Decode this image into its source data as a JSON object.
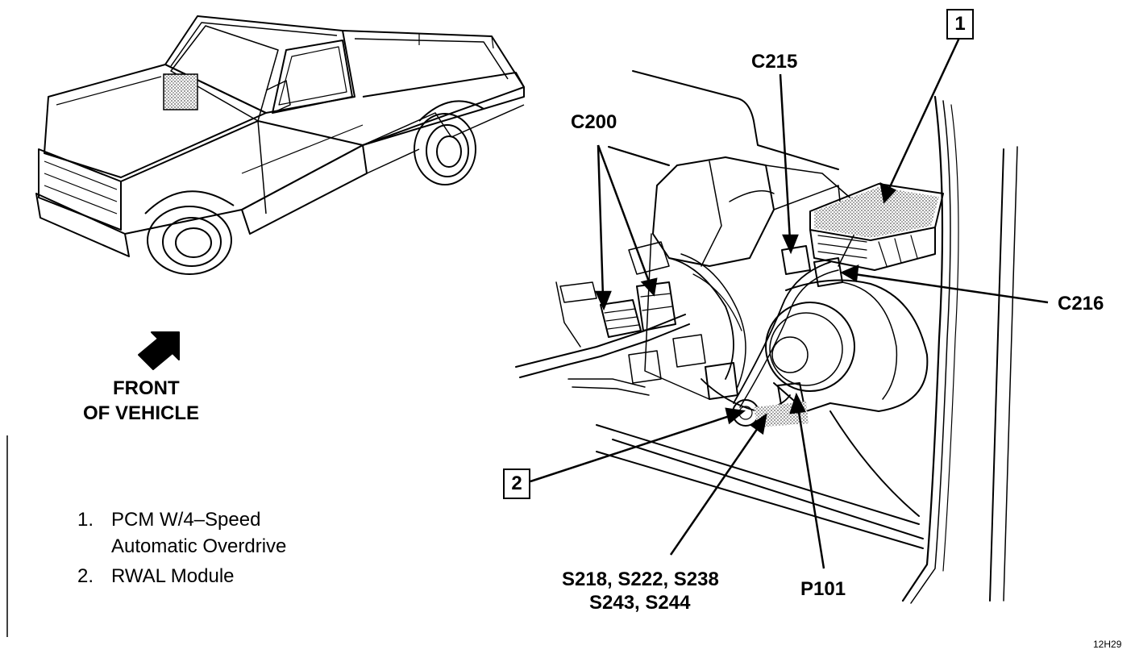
{
  "callouts": {
    "one": "1",
    "two": "2"
  },
  "connector_labels": {
    "c215": "C215",
    "c200": "C200",
    "c216": "C216",
    "p101": "P101",
    "splices_line1": "S218, S222, S238",
    "splices_line2": "S243, S244"
  },
  "front_label": {
    "line1": "FRONT",
    "line2": "OF VEHICLE"
  },
  "legend": [
    {
      "num": "1.",
      "line1": "PCM W/4–Speed",
      "line2": "Automatic Overdrive"
    },
    {
      "num": "2.",
      "line1": "RWAL Module",
      "line2": ""
    }
  ],
  "figure_code": "12H29",
  "colors": {
    "ink": "#000000",
    "shade": "#bfbfbf",
    "paper": "#ffffff"
  }
}
